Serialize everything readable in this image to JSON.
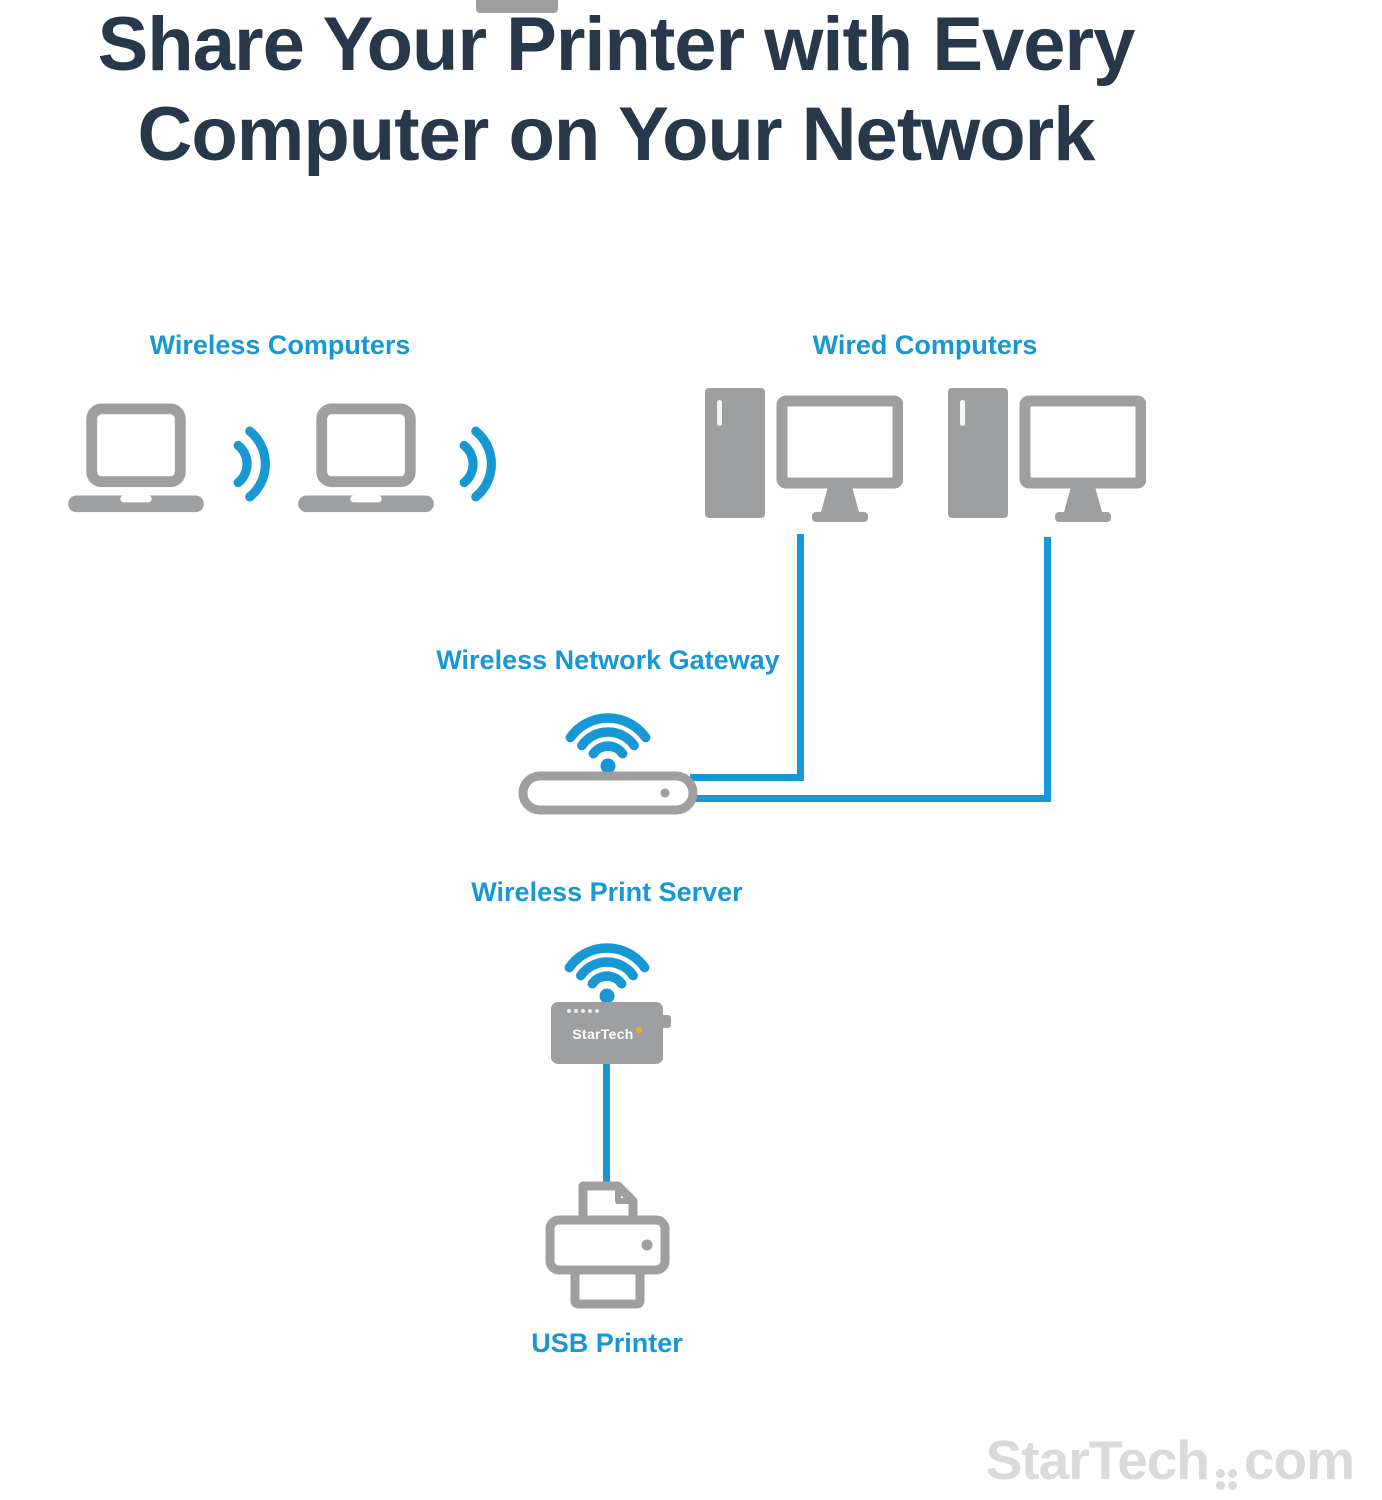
{
  "title": {
    "line1": "Share Your Printer with Every",
    "line2": "Computer on Your Network"
  },
  "labels": {
    "wireless_computers": "Wireless Computers",
    "wired_computers": "Wired Computers",
    "wireless_network_gateway": "Wireless Network Gateway",
    "wireless_print_server": "Wireless Print Server",
    "usb_printer": "USB Printer"
  },
  "print_server": {
    "brand": "StarTech"
  },
  "watermark": {
    "brand": "StarTech",
    "suffix": "com"
  },
  "colors": {
    "title_color": "#26384a",
    "accent_blue": "#1797d4",
    "device_gray": "#9d9fa1",
    "watermark_gray": "#d9dadb",
    "brand_orange": "#f7a823"
  }
}
